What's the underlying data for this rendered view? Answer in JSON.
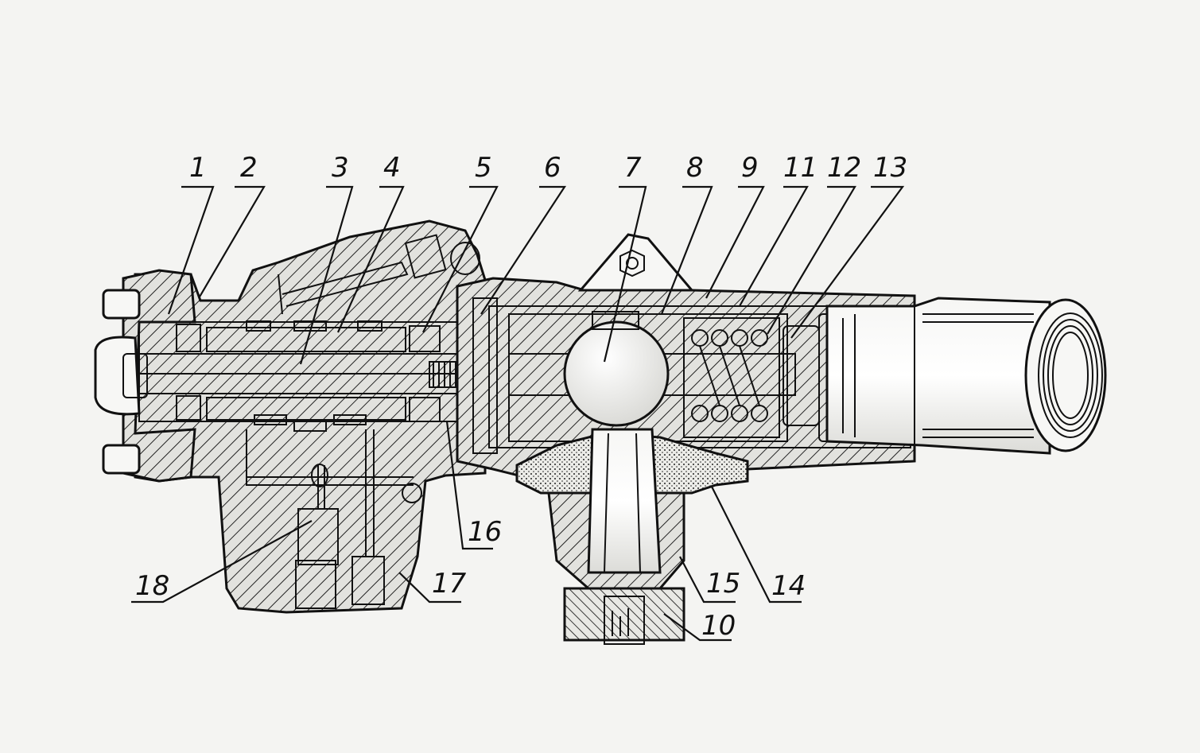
{
  "colors": {
    "paper": "#f4f4f2",
    "ink": "#111111",
    "hatch_fill": "#e2e2de",
    "inner_light": "#f7f7f5"
  },
  "callouts": [
    {
      "id": "1",
      "label": "1"
    },
    {
      "id": "2",
      "label": "2"
    },
    {
      "id": "3",
      "label": "3"
    },
    {
      "id": "4",
      "label": "4"
    },
    {
      "id": "5",
      "label": "5"
    },
    {
      "id": "6",
      "label": "6"
    },
    {
      "id": "7",
      "label": "7"
    },
    {
      "id": "8",
      "label": "8"
    },
    {
      "id": "9",
      "label": "9"
    },
    {
      "id": "11",
      "label": "11"
    },
    {
      "id": "12",
      "label": "12"
    },
    {
      "id": "13",
      "label": "13"
    },
    {
      "id": "16",
      "label": "16"
    },
    {
      "id": "18",
      "label": "18"
    },
    {
      "id": "17",
      "label": "17"
    },
    {
      "id": "15",
      "label": "15"
    },
    {
      "id": "14",
      "label": "14"
    },
    {
      "id": "10",
      "label": "10"
    }
  ]
}
